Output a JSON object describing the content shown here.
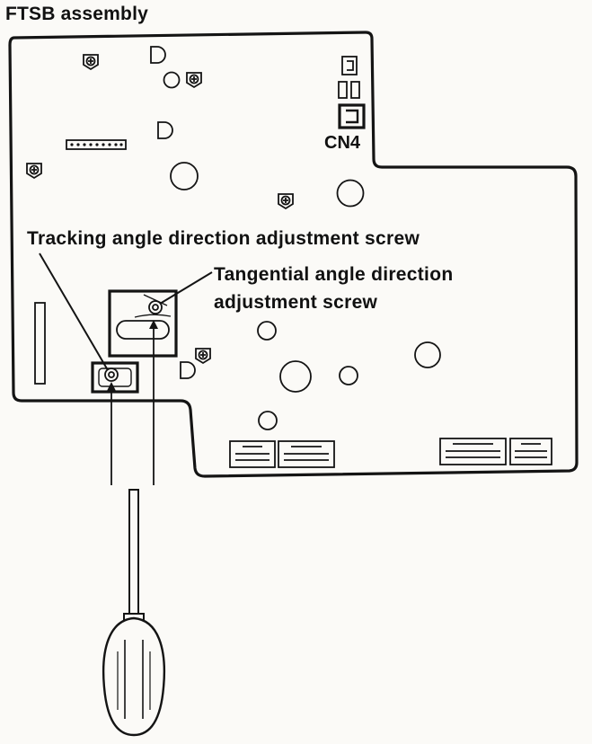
{
  "title": "FTSB assembly",
  "connector_label": "CN4",
  "callouts": {
    "tracking_screw": "Tracking angle direction adjustment screw",
    "tangential_screw_line1": "Tangential angle direction",
    "tangential_screw_line2": "adjustment screw"
  },
  "colors": {
    "ink": "#141414",
    "paper": "#fbfaf7",
    "board": "#fbfaf7"
  }
}
